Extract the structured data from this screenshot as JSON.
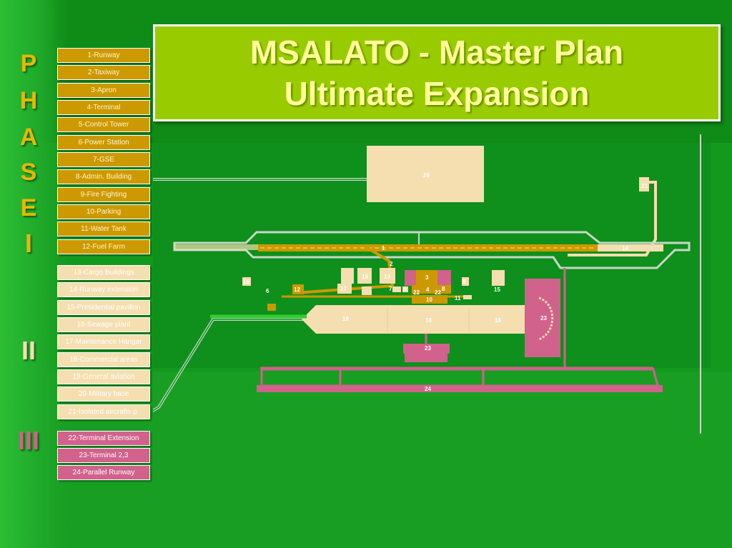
{
  "title": {
    "line1": "MSALATO -  Master Plan",
    "line2": "Ultimate Expansion"
  },
  "phase": {
    "letters": [
      "P",
      "H",
      "A",
      "S",
      "E"
    ],
    "numerals": [
      "I",
      "II",
      "III"
    ]
  },
  "legend": {
    "phase1": [
      "1-Runway",
      "2-Taxiway",
      "3-Apron",
      "4-Terminal",
      "5-Control Tower",
      "6-Power Station",
      "7-GSE",
      "8-Admin. Building",
      "9-Fire Fighting",
      "10-Parking",
      "11-Water Tank",
      "12-Fuel Farm"
    ],
    "phase2": [
      "13-Cargo Buildings",
      "14-Runway extension",
      "15-Presidential pavillon",
      "16-Sewage plant",
      "17-Maintenance Hangar",
      "18-Commercial areas",
      "19-General aviation",
      "20-Military base",
      "21-Isolated aircrafts p."
    ],
    "phase3": [
      "22-Terminal Extension",
      "23-Terminal 2,3",
      "24-Parallel Runway"
    ]
  },
  "plan_labels": {
    "military_base": "20",
    "isolated": "21",
    "runway": "1",
    "runway_ext": "14",
    "taxiway": "2",
    "apron": "3",
    "terminal": "4",
    "control_tower": "5",
    "power_station": "6",
    "gse": "7",
    "admin": "8",
    "fire": "9",
    "parking": "10",
    "water": "11",
    "fuel": "12",
    "cargo": "13",
    "presidential": "15",
    "sewage": "16",
    "maintenance": "17",
    "commercial_a": "18",
    "commercial_b": "18",
    "commercial_c": "18",
    "general_aviation": "19",
    "term_ext_a": "22",
    "term_ext_b": "22",
    "terminal23_a": "23",
    "terminal23_b": "23",
    "parallel_runway": "24"
  },
  "colors": {
    "phase1": "#cc9900",
    "phase2": "#f5deb0",
    "phase3": "#d0628b",
    "title_bg": "#99cc00",
    "title_text": "#ffff99"
  }
}
